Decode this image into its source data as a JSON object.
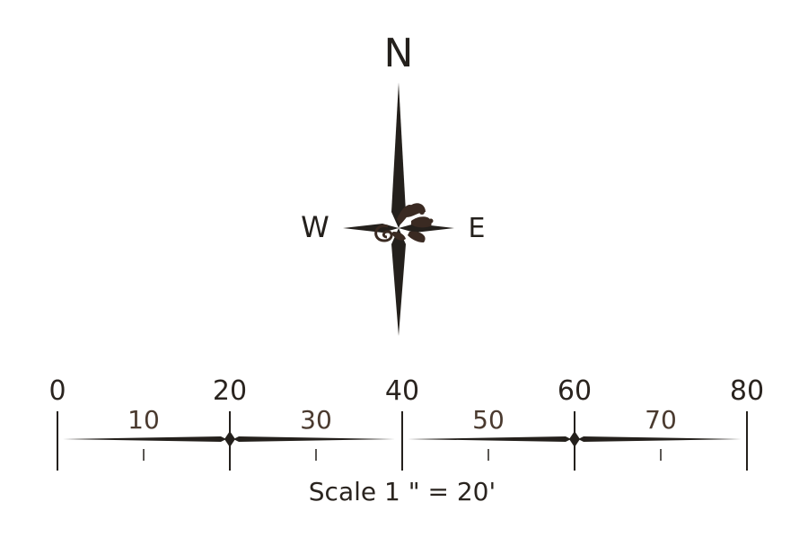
{
  "compass": {
    "north": "N",
    "west": "W",
    "east": "E",
    "icon": "compass-rose-icon"
  },
  "scale_bar": {
    "major_labels": [
      "0",
      "20",
      "40",
      "60",
      "80"
    ],
    "minor_labels": [
      "10",
      "30",
      "50",
      "70"
    ],
    "caption": "Scale 1 \" = 20'"
  },
  "colors": {
    "ink": "#24201c",
    "ornament": "#3a2a22"
  }
}
